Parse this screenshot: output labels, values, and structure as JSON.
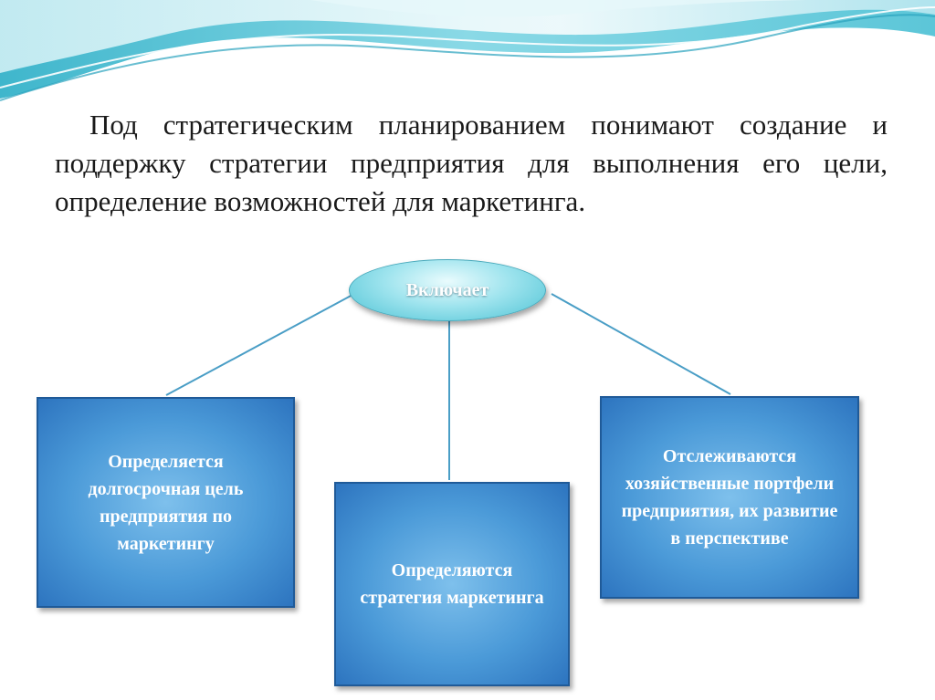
{
  "paragraph": "Под стратегическим планированием понимают создание и поддержку стратегии предприятия для выполнения его цели, определение возможностей для маркетинга.",
  "diagram": {
    "hub_label": "Включает",
    "boxes": [
      {
        "label": "Определяется долгосрочная цель предприятия по маркетингу"
      },
      {
        "label": "Определяются стратегия маркетинга"
      },
      {
        "label": "Отслеживаются хозяйственные портфели предприятия, их развитие в перспективе"
      }
    ]
  },
  "colors": {
    "hub_fill": "#9fe4ee",
    "box_fill": "#4b9ad8",
    "box_border": "#1f5a98",
    "connector": "#4a9ec6",
    "wave_teal": "#5fc7d6"
  }
}
